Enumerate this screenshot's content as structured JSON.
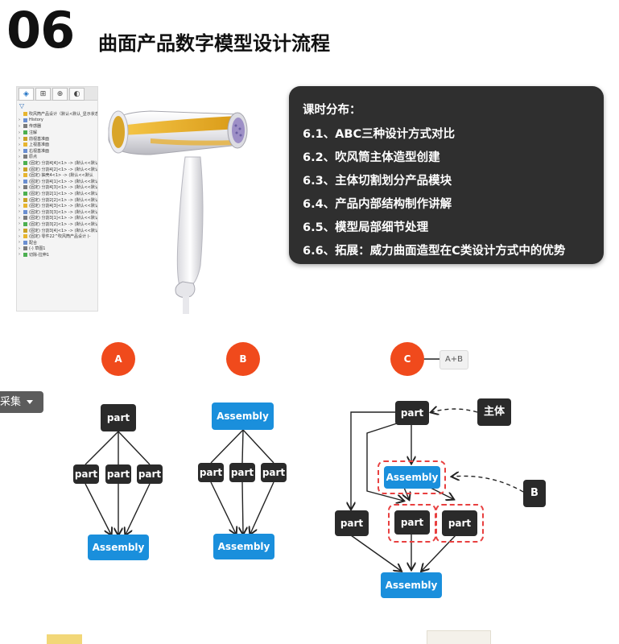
{
  "header": {
    "number": "06",
    "title": "曲面产品数字模型设计流程"
  },
  "tree_panel": {
    "tabs": [
      "◈",
      "⊞",
      "⊕",
      "◐"
    ],
    "rows": [
      "吹风筒产品设计（默认<默认_显示状态",
      "History",
      "传感器",
      "注解",
      "前视基准面",
      "上视基准面",
      "右视基准面",
      "原点",
      "(固定) 分割4[4]<1> -> (默认<<默认",
      "(固定) 分割4[2]<1> -> (默认<<默认",
      "(固定) 抽壳4<1> -> (默认<<默认",
      "(固定) 分割4[1]<1> -> (默认<<默认",
      "(固定) 分割4[3]<1> -> (默认<<默认",
      "(固定) 分割2[1]<1> -> (默认<<默认",
      "(固定) 分割2[2]<1> -> (默认<<默认",
      "(固定) 分割4[3]<1> -> (默认<<默认",
      "(固定) 分割3[3]<1> -> (默认<<默认",
      "(固定) 分割3[1]<1> -> (默认<<默认",
      "(固定) 分割3[2]<1> -> (默认<<默认",
      "(固定) 分割3[4]<1> -> (默认<<默认",
      "(固定) 零件22^吹风筒产品设计 (-",
      "配合",
      "(-) 草图1",
      "切除-拉伸1"
    ]
  },
  "schedule": {
    "heading": "课时分布：",
    "items": [
      "6.1、ABC三种设计方式对比",
      "6.2、吹风筒主体造型创建",
      "6.3、主体切割划分产品模块",
      "6.4、产品内部结构制作讲解",
      "6.5、模型局部细节处理",
      "6.6、拓展：威力曲面造型在C类设计方式中的优势"
    ]
  },
  "collect_badge": {
    "label": "采集"
  },
  "diagram": {
    "a": {
      "label": "A",
      "top": "part",
      "mids": [
        "part",
        "part",
        "part"
      ],
      "bottom": "Assembly"
    },
    "b": {
      "label": "B",
      "top": "Assembly",
      "mids": [
        "part",
        "part",
        "part"
      ],
      "bottom": "Assembly"
    },
    "c": {
      "label": "C",
      "tag": "A+B",
      "top": "part",
      "main": "主体",
      "sub_asm": "Assembly",
      "b_label": "B",
      "left_part": "part",
      "mid_parts": [
        "part",
        "part"
      ],
      "bottom": "Assembly"
    }
  },
  "colors": {
    "circle": "#f04a1c",
    "part_node": "#2a2a2a",
    "assembly_node": "#1a8fdc",
    "schedule_bg": "#2f2f2f",
    "dash_highlight": "#e84040"
  }
}
